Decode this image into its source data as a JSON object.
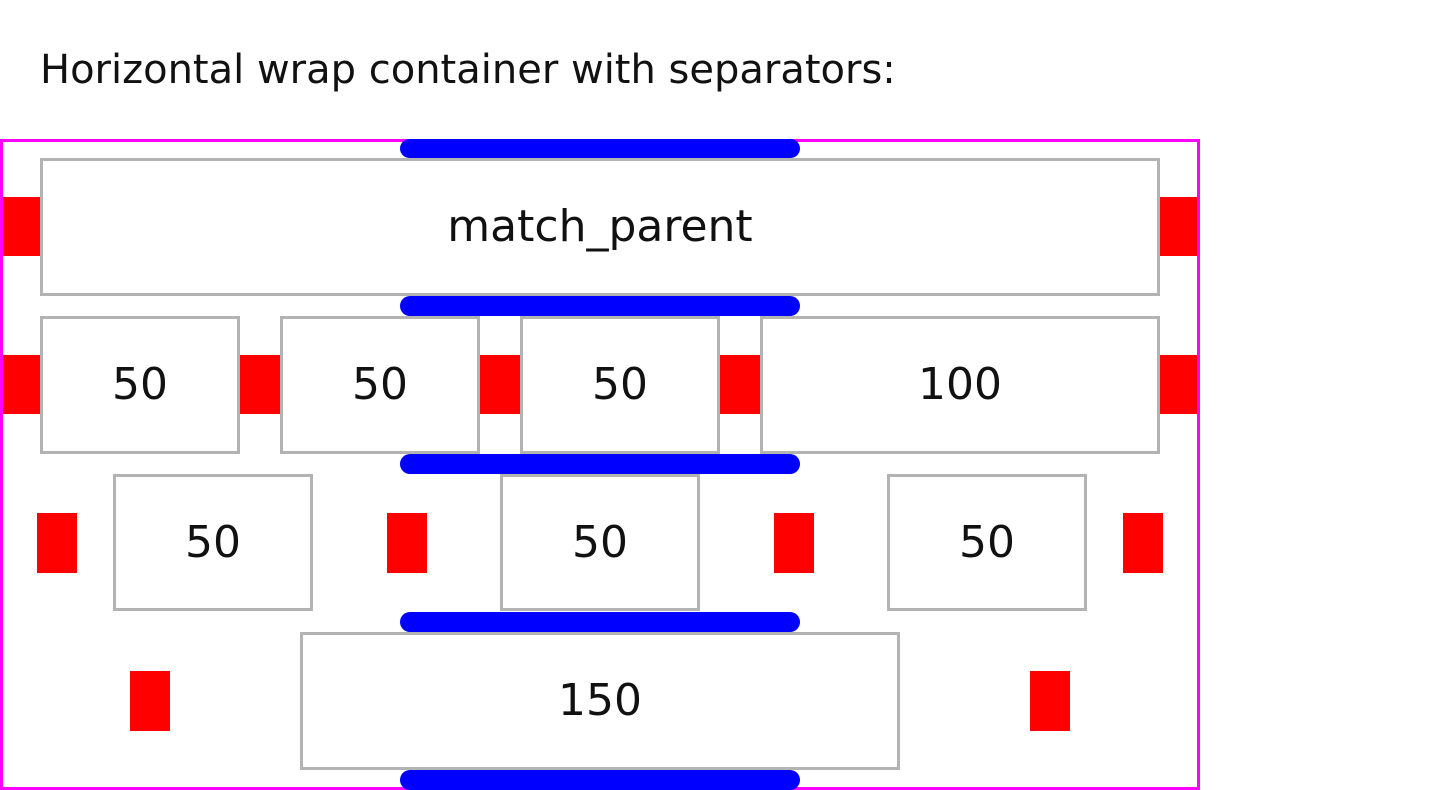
{
  "title": "Horizontal wrap container with separators:",
  "colors": {
    "container_border": "#ff00ff",
    "item_border": "#b3b3b3",
    "item_separator": "#ff0000",
    "line_separator": "#0000ff"
  },
  "rows": [
    {
      "items": [
        {
          "label": "match_parent"
        }
      ]
    },
    {
      "items": [
        {
          "label": "50"
        },
        {
          "label": "50"
        },
        {
          "label": "50"
        },
        {
          "label": "100"
        }
      ]
    },
    {
      "items": [
        {
          "label": "50"
        },
        {
          "label": "50"
        },
        {
          "label": "50"
        }
      ]
    },
    {
      "items": [
        {
          "label": "150"
        }
      ]
    }
  ]
}
